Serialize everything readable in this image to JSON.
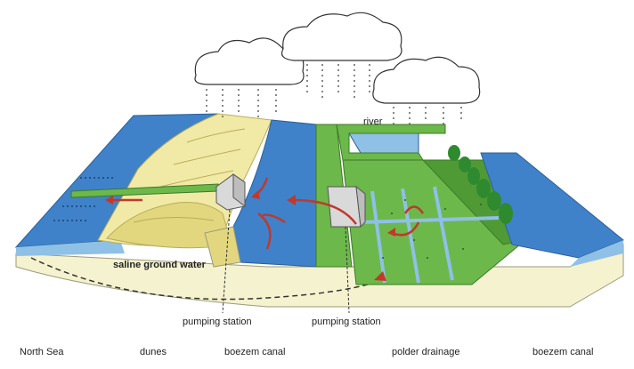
{
  "labels": {
    "river": "river",
    "saline_ground_water": "saline ground water",
    "pumping_station_left": "pumping station",
    "pumping_station_right": "pumping station"
  },
  "bottom_labels": [
    "North Sea",
    "dunes",
    "boezem canal",
    "polder drainage",
    "boezem canal"
  ],
  "colors": {
    "water": "#3f82c9",
    "water_light": "#8fc0e6",
    "sand": "#f1eaa6",
    "sand_dark": "#e2d77e",
    "green": "#6cb84a",
    "green_dark": "#4f9a35",
    "ground": "#f5f2cf",
    "cloud": "#ffffff",
    "arrow": "#c0392b"
  }
}
